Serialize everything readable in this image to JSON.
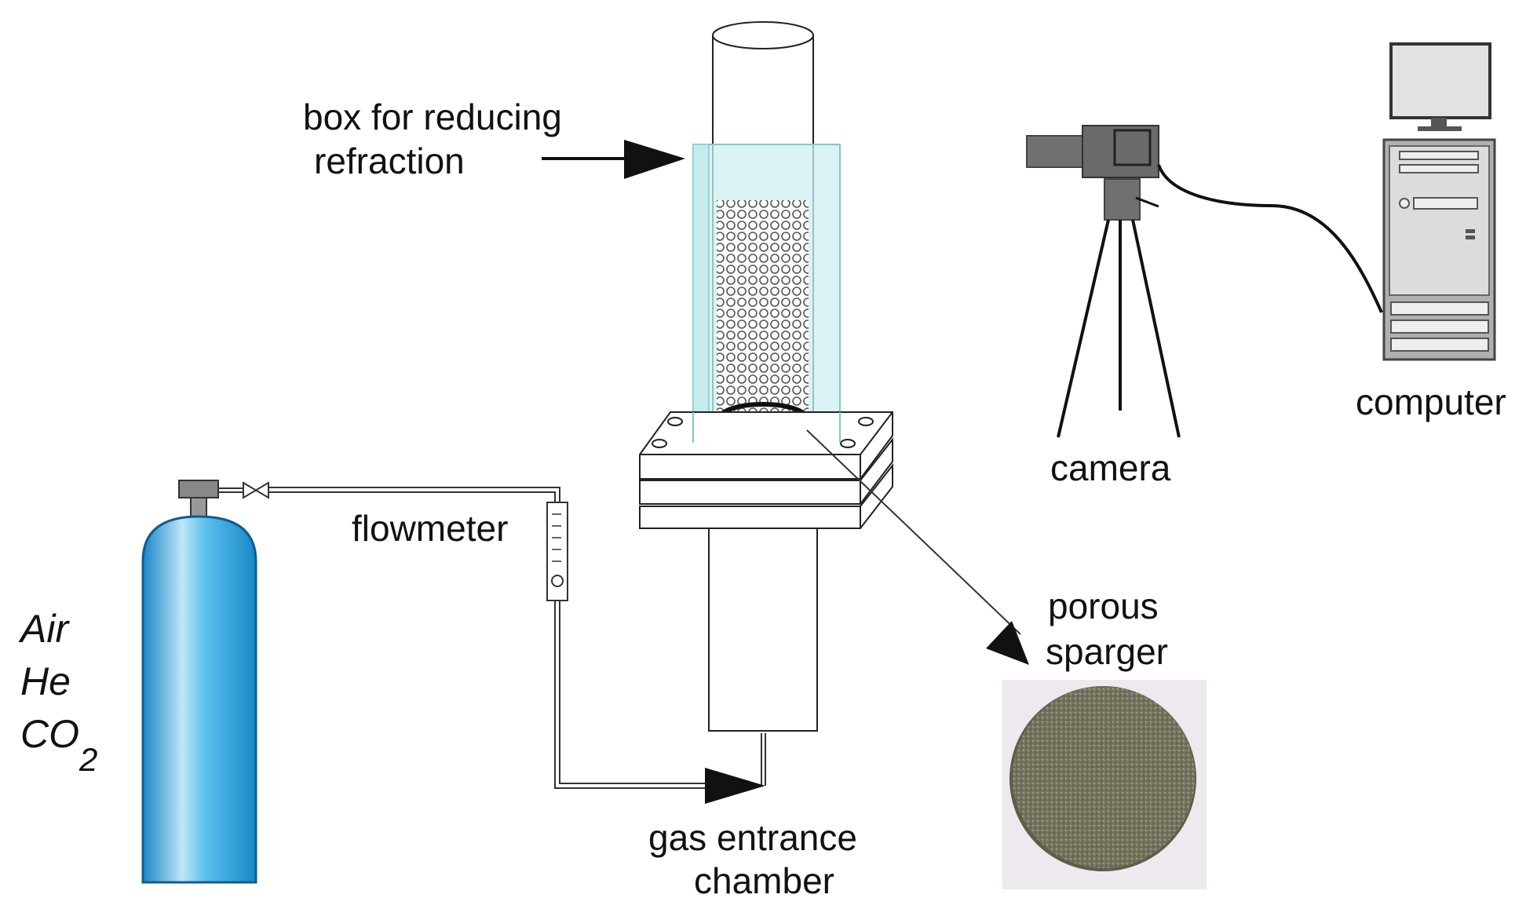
{
  "labels": {
    "box": [
      "box for reducing",
      "refraction"
    ],
    "camera": "camera",
    "computer": "computer",
    "flowmeter": "flowmeter",
    "sparger": [
      "porous",
      "sparger"
    ],
    "chamber": [
      "gas entrance",
      "chamber"
    ]
  },
  "gases": {
    "air": "Air",
    "he": "He",
    "co2": "CO",
    "co2_sub": "2"
  },
  "colors": {
    "cylinder_blue": "#2e9fd8",
    "box_tint": "#cdeff0",
    "box_stroke": "#7fc9cc",
    "sparger_disc": "#7c7a62",
    "line": "#111111"
  },
  "icons": [
    "gas-cylinder-icon",
    "valve-icon",
    "flowmeter-icon",
    "camera-icon",
    "tripod-icon",
    "computer-icon",
    "arrow-icon"
  ]
}
